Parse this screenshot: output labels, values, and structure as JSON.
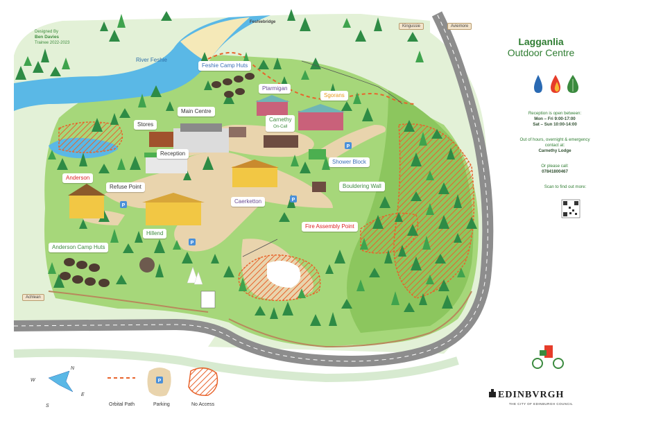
{
  "title": {
    "line1": "Lagganlia",
    "line2": "Outdoor Centre"
  },
  "credits": {
    "designed_by": "Designed By",
    "designer": "Ben Davies",
    "role": "Trainee 2022-2023"
  },
  "info": {
    "reception_intro": "Reception is open between:",
    "hours_weekday": "Mon – Fri 9:00-17:00",
    "hours_weekend": "Sat – Sun 10:00-14:00",
    "out_of_hours": "Out of hours, overnight & emergency contact at:",
    "contact_place": "Carnethy Lodge",
    "call_intro": "Or please call:",
    "phone": "07841800467",
    "scan": "Scan to find out more:"
  },
  "signposts": {
    "kingussie": "Kingussie",
    "aviemore": "Aviemore",
    "achlean": "Achlean",
    "feshiebridge": "Feshiebridge"
  },
  "places": {
    "river": "River Feshie",
    "feshie_huts": "Feshie Camp Huts",
    "ptarmigan": "Ptarmigan",
    "sgorans": "Sgorans",
    "main_centre": "Main Centre",
    "stores": "Stores",
    "reception": "Reception",
    "carnethy": "Carnethy",
    "carnethy_sub": "On-Call",
    "shower_block": "Shower Block",
    "anderson": "Anderson",
    "refuse_point": "Refuse Point",
    "bouldering_wall": "Bouldering Wall",
    "caerketton": "Caerketton",
    "hillend": "Hillend",
    "fire_assembly": "Fire Assembly Point",
    "anderson_huts": "Anderson Camp Huts"
  },
  "legend": {
    "orbital": "Orbital Path",
    "parking": "Parking",
    "no_access": "No Access",
    "parking_symbol": "P"
  },
  "compass": {
    "n": "N",
    "e": "E",
    "s": "S",
    "w": "W"
  },
  "footer": {
    "logo": "EDINBVRGH",
    "logo_sub": "THE CITY OF EDINBURGH COUNCIL"
  },
  "colors": {
    "grass": "#a6d77a",
    "grass_dark": "#8cc65e",
    "path": "#e9d4ad",
    "road": "#8d8d8d",
    "water": "#5ab8e6",
    "tree": "#2e8b45",
    "no_access": "#e8632b",
    "brand_green": "#2f7d32"
  }
}
